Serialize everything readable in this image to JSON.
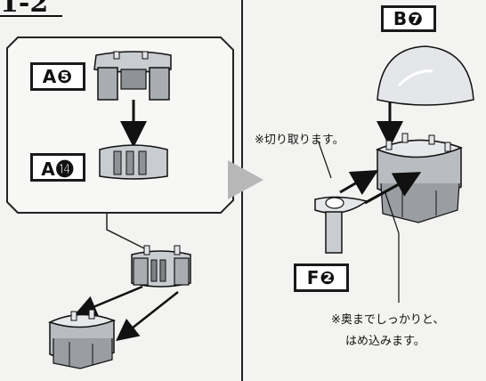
{
  "step_number": "1-2",
  "labels": {
    "a5": "A❺",
    "a14": "A⓮",
    "b7": "B❼",
    "f2": "F❷"
  },
  "notes": {
    "cut": "※切り取ります。",
    "insert_line1": "※奥までしっかりと、",
    "insert_line2": "はめ込みます。"
  },
  "colors": {
    "part_light": "#d7d9dc",
    "part_mid": "#a9adb2",
    "part_dark": "#6f7378",
    "outline": "#1a1a1a",
    "arrow_gray": "#b7b7b7"
  }
}
